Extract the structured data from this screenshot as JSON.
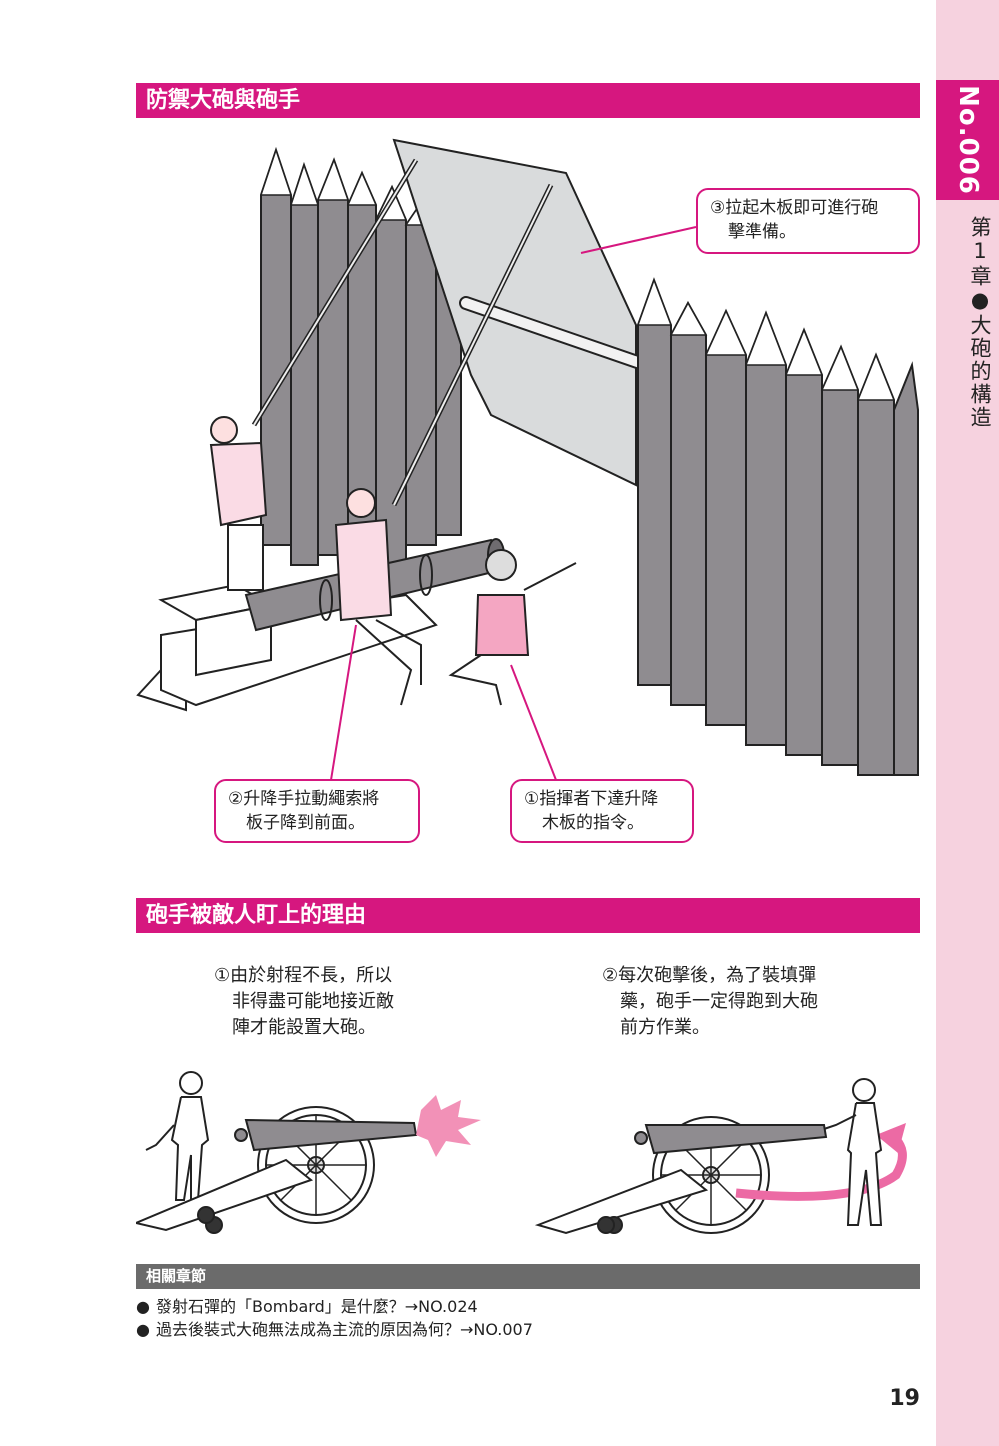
{
  "side": {
    "number": "No.006",
    "chapter": "第1章●大砲的構造"
  },
  "section1": {
    "title": "防禦大砲與砲手",
    "callouts": [
      {
        "line1": "③拉起木板即可進行砲",
        "line2": "擊準備。"
      },
      {
        "line1": "②升降手拉動繩索將",
        "line2": "板子降到前面。"
      },
      {
        "line1": "①指揮者下達升降",
        "line2": "木板的指令。"
      }
    ]
  },
  "section2": {
    "title": "砲手被敵人盯上的理由",
    "reasons": [
      {
        "lines": [
          "①由於射程不長，所以",
          "非得盡可能地接近敵",
          "陣才能設置大砲。"
        ]
      },
      {
        "lines": [
          "②每次砲擊後，為了裝填彈",
          "藥，砲手一定得跑到大砲",
          "前方作業。"
        ]
      }
    ]
  },
  "related": {
    "heading": "相關章節",
    "items": [
      "發射石彈的「Bombard」是什麼？→NO.024",
      "過去後裝式大砲無法成為主流的原因為何？→NO.007"
    ]
  },
  "page_number": "19",
  "colors": {
    "accent": "#d6177f",
    "tab": "#f6d2df",
    "related_bar": "#6b6b6b"
  }
}
